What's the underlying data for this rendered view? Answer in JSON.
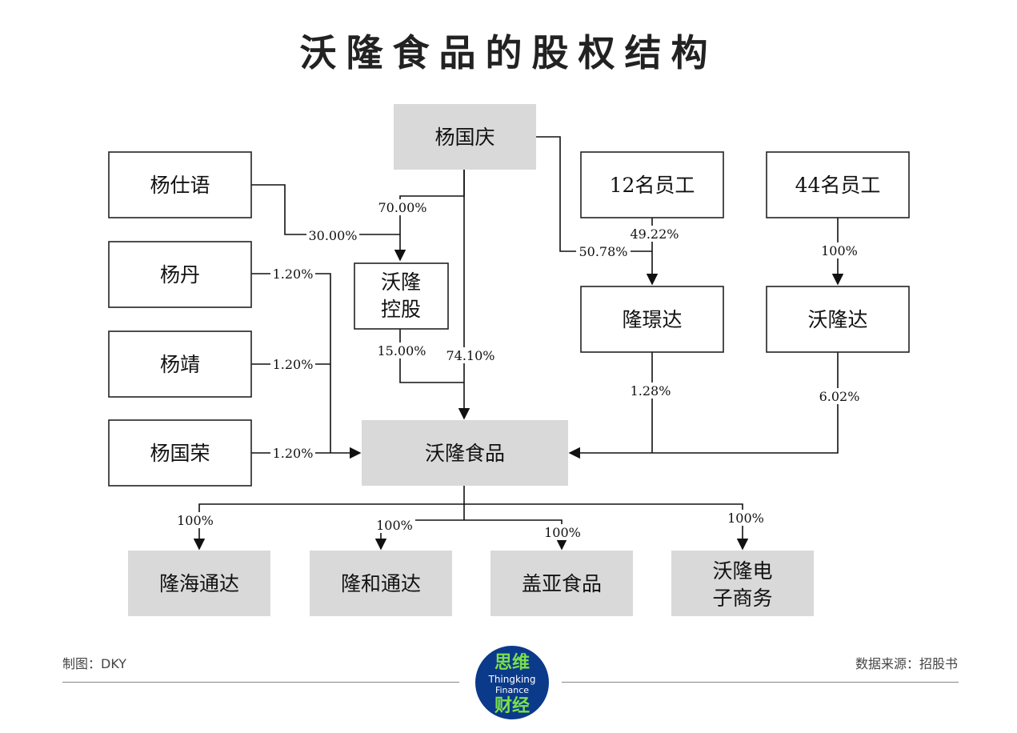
{
  "title": "沃隆食品的股权结构",
  "nodes": {
    "yang_guoqing": "杨国庆",
    "yang_shiyu": "杨仕语",
    "yang_dan": "杨丹",
    "yang_jing": "杨靖",
    "yang_guorong": "杨国荣",
    "wolong_kg_line1": "沃隆",
    "wolong_kg_line2": "控股",
    "emp12": "12名员工",
    "emp44": "44名员工",
    "longjingda": "隆璟达",
    "wolongda": "沃隆达",
    "wolong_food": "沃隆食品",
    "longhai": "隆海通达",
    "longhe": "隆和通达",
    "gaiya": "盖亚食品",
    "wolong_ec_line1": "沃隆电",
    "wolong_ec_line2": "子商务"
  },
  "edges": {
    "guoqing_to_kg": "70.00%",
    "shiyu_to_kg": "30.00%",
    "guoqing_to_food": "74.10%",
    "kg_to_food": "15.00%",
    "dan_to_food": "1.20%",
    "jing_to_food": "1.20%",
    "guorong_to_food": "1.20%",
    "emp12_to_ljd": "49.22%",
    "guoqing_to_ljd": "50.78%",
    "emp44_to_wld": "100%",
    "ljd_to_food": "1.28%",
    "wld_to_food": "6.02%",
    "food_to_longhai": "100%",
    "food_to_longhe": "100%",
    "food_to_gaiya": "100%",
    "food_to_ec": "100%"
  },
  "footer": {
    "left": "制图：DKY",
    "right": "数据来源：招股书"
  },
  "logo": {
    "line1": "思维",
    "line2": "Thingking",
    "line3": "Finance",
    "line4": "财经",
    "color_bg": "#0b3a8a",
    "color_text": "#7be04a"
  }
}
